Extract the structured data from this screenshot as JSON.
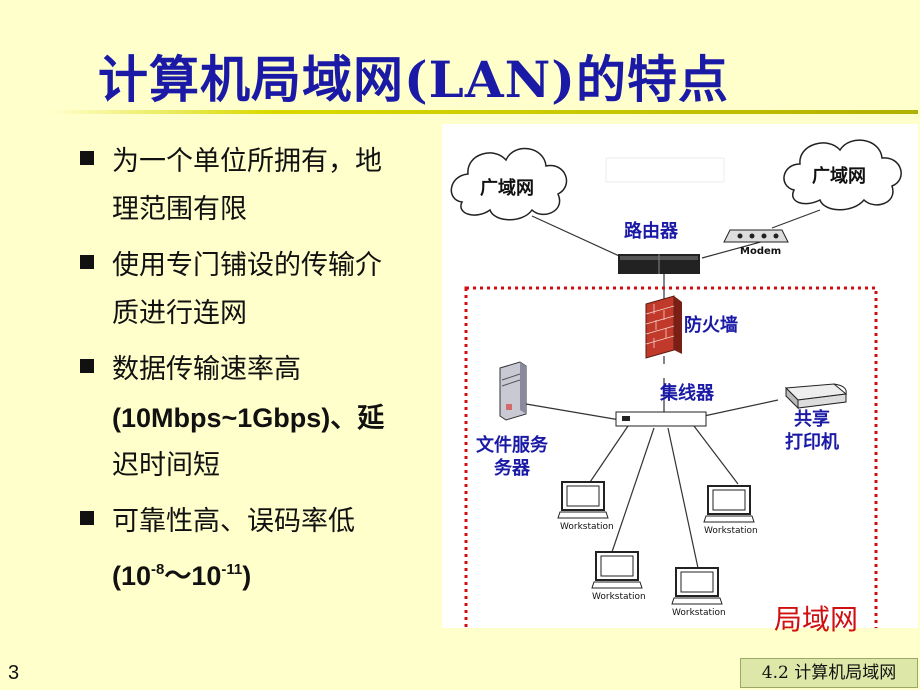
{
  "slide": {
    "title": "计算机局域网(LAN)的特点",
    "page_number": "3",
    "footer": "4.2  计算机局域网"
  },
  "bullets": [
    {
      "lines": [
        "为一个单位所拥有，地",
        "理范围有限"
      ]
    },
    {
      "lines": [
        "使用专门铺设的传输介",
        "质进行连网"
      ]
    },
    {
      "lines": [
        "数据传输速率高",
        "(10Mbps~1Gbps)、延",
        "迟时间短"
      ]
    },
    {
      "lines_prefix": "可靠性高、误码率低",
      "range_open": "(10",
      "exp1": "-8",
      "range_mid": "～10",
      "exp2": "-11",
      "range_close": ")"
    }
  ],
  "diagram": {
    "wan_left": "广域网",
    "wan_right": "广域网",
    "router": "路由器",
    "modem": "Modem",
    "firewall": "防火墙",
    "hub": "集线器",
    "printer_line1": "共享",
    "printer_line2": "打印机",
    "server_line1": "文件服务",
    "server_line2": "务器",
    "lan": "局域网",
    "workstation_label": "Workstation",
    "colors": {
      "accent": "#1a1aa6",
      "lan_border": "#d01010"
    }
  }
}
